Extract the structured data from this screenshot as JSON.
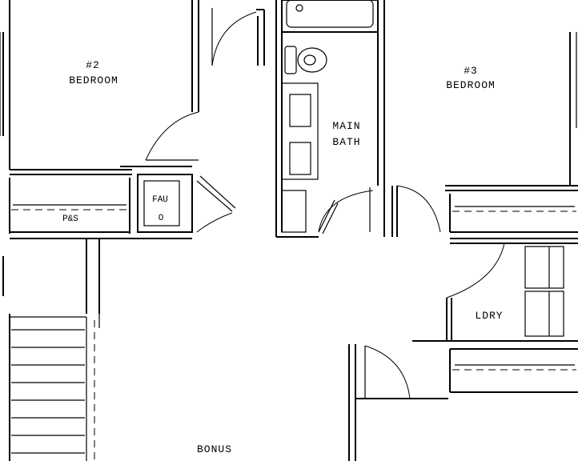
{
  "rooms": {
    "bedroom2_num": "#2",
    "bedroom2_name": "BEDROOM",
    "bedroom3_num": "#3",
    "bedroom3_name": "BEDROOM",
    "main_bath_line1": "MAIN",
    "main_bath_line2": "BATH",
    "fau": "FAU",
    "fau_symbol": "O",
    "ps": "P&S",
    "laundry": "LDRY",
    "bonus": "BONUS"
  }
}
